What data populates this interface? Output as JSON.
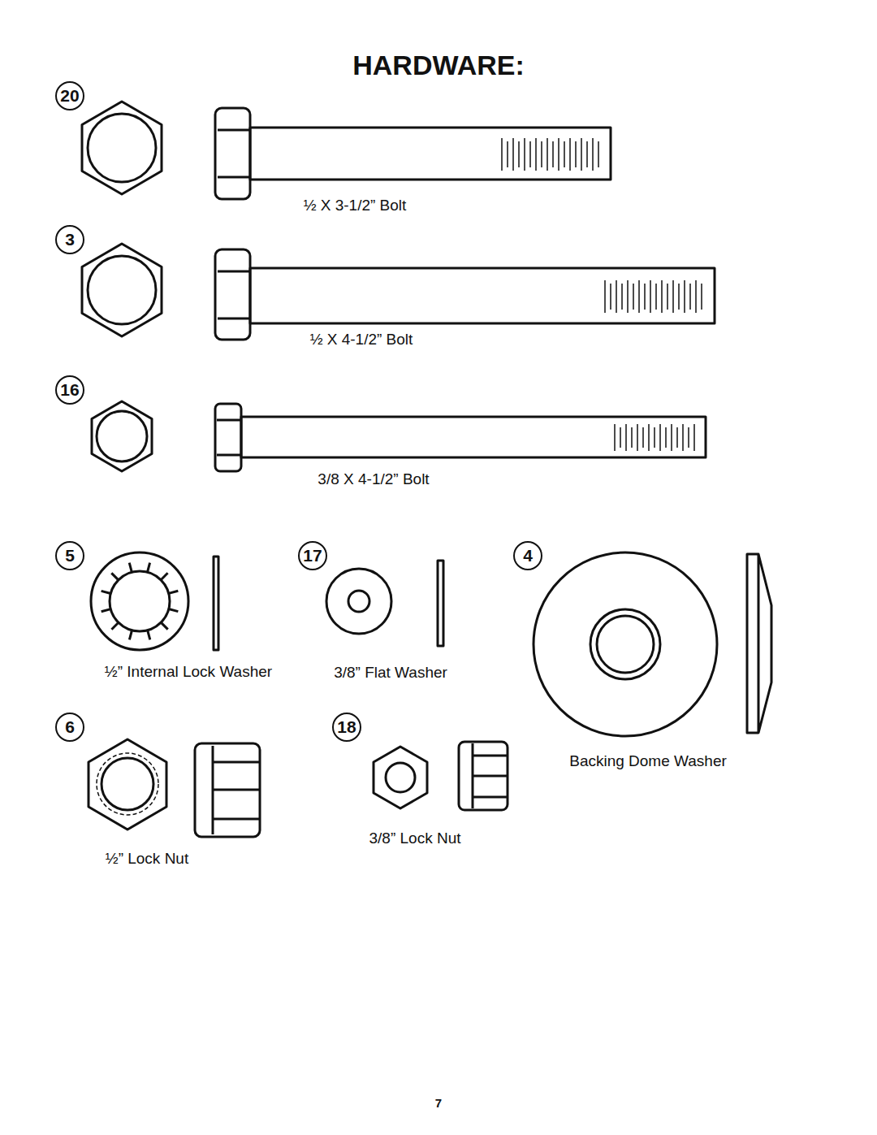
{
  "diagram": {
    "title": "HARDWARE:",
    "labels": [
      "20",
      "½ X 3-1/2” Bolt",
      "3",
      "½ X 4-1/2” Bolt",
      "16",
      "3/8 X 4-1/2” Bolt",
      "5",
      "½” Internal Lock Washer",
      "17",
      "3/8” Flat Washer",
      "4",
      "Backing Dome Washer",
      "6",
      "½” Lock Nut",
      "18",
      "3/8” Lock Nut",
      "7"
    ]
  }
}
